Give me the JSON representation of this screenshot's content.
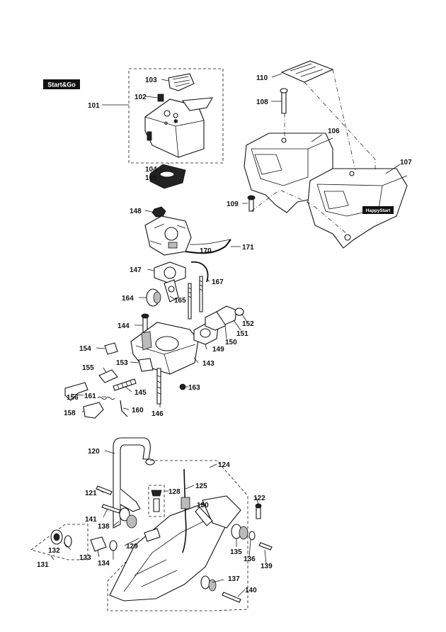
{
  "badges": {
    "start_go": "Start&Go",
    "happy_start": "HappyStart"
  },
  "labels": {
    "p101": "101",
    "p102": "102",
    "p103": "103",
    "p104": "104",
    "p105": "105",
    "p106": "106",
    "p107": "107",
    "p108": "108",
    "p109": "109",
    "p110": "110",
    "p120": "120",
    "p121": "121",
    "p122": "122",
    "p124": "124",
    "p125": "125",
    "p128": "128",
    "p129": "129",
    "p130": "130",
    "p131": "131",
    "p132": "132",
    "p133": "133",
    "p134": "134",
    "p135": "135",
    "p136": "136",
    "p137": "137",
    "p138": "138",
    "p139": "139",
    "p140": "140",
    "p141": "141",
    "p143": "143",
    "p144": "144",
    "p145": "145",
    "p146": "146",
    "p147": "147",
    "p148": "148",
    "p149": "149",
    "p150": "150",
    "p151": "151",
    "p152": "152",
    "p153": "153",
    "p154": "154",
    "p155": "155",
    "p156": "156",
    "p158": "158",
    "p160": "160",
    "p161": "161",
    "p163": "163",
    "p164": "164",
    "p165": "165",
    "p167": "167",
    "p170": "170",
    "p171": "171"
  }
}
